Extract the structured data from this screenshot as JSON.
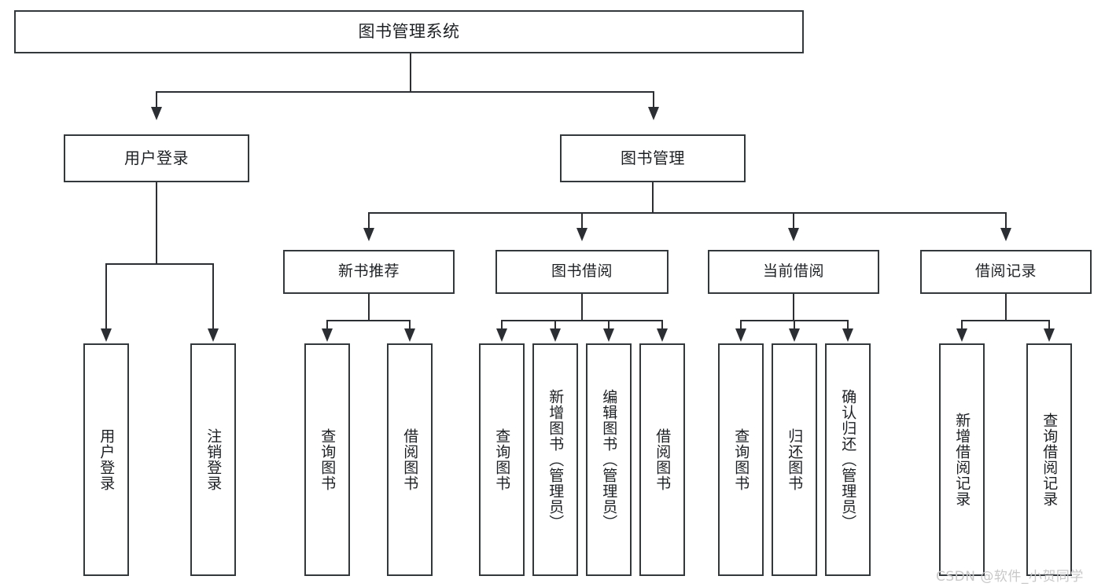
{
  "diagram": {
    "title": "图书管理系统",
    "type": "tree-hierarchy-chart",
    "root": {
      "label": "图书管理系统"
    },
    "level1": [
      {
        "label": "用户登录"
      },
      {
        "label": "图书管理"
      }
    ],
    "level2": [
      {
        "label": "新书推荐"
      },
      {
        "label": "图书借阅"
      },
      {
        "label": "当前借阅"
      },
      {
        "label": "借阅记录"
      }
    ],
    "leaves": {
      "user_login": [
        {
          "label": "用户登录"
        },
        {
          "label": "注销登录"
        }
      ],
      "new_book_recommend": [
        {
          "label": "查询图书"
        },
        {
          "label": "借阅图书"
        }
      ],
      "book_borrow": [
        {
          "label": "查询图书"
        },
        {
          "label": "新增图书（管理员）"
        },
        {
          "label": "编辑图书（管理员）"
        },
        {
          "label": "借阅图书"
        }
      ],
      "current_borrow": [
        {
          "label": "查询图书"
        },
        {
          "label": "归还图书"
        },
        {
          "label": "确认归还（管理员）"
        }
      ],
      "borrow_record": [
        {
          "label": "新增借阅记录"
        },
        {
          "label": "查询借阅记录"
        }
      ]
    }
  },
  "watermark": {
    "text": "CSDN @软件_小贺同学"
  },
  "colors": {
    "line": "#2b2f33",
    "box_border": "#33383d",
    "text": "#1d2023",
    "background": "#ffffff",
    "watermark": "#c8c8c8"
  }
}
